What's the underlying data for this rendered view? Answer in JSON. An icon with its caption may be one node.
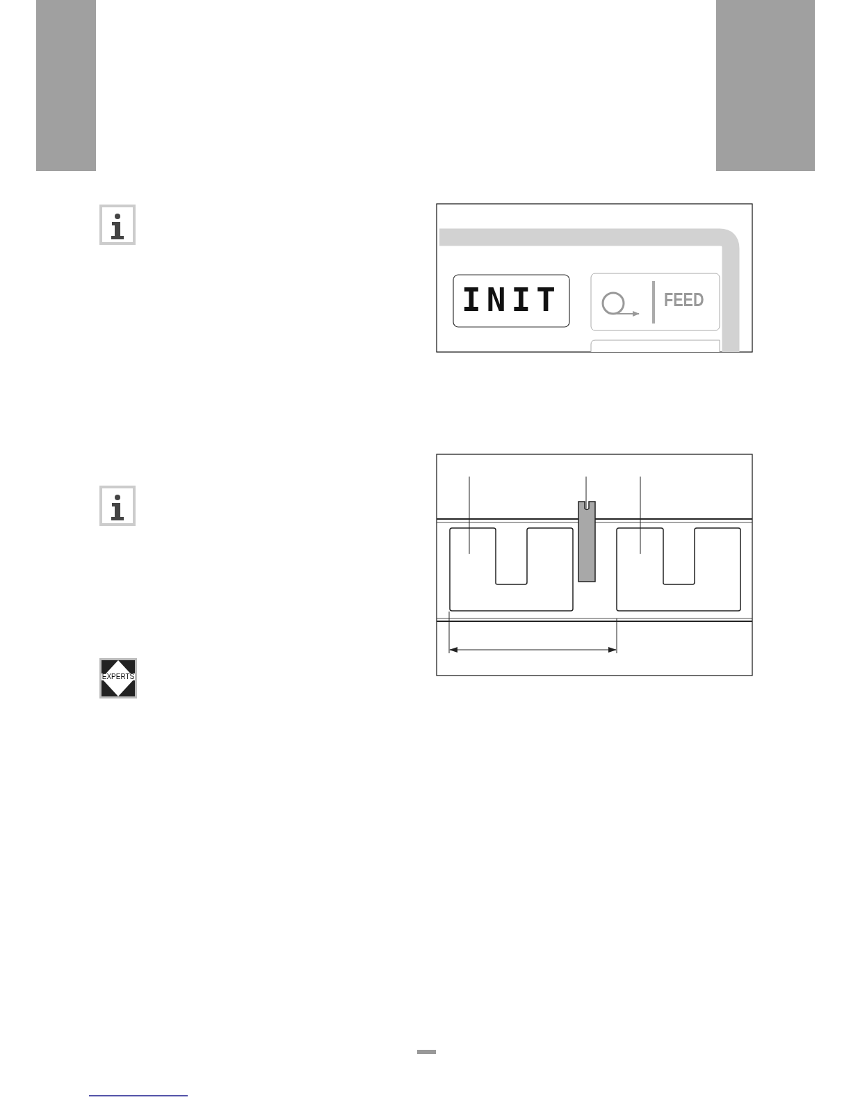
{
  "diagram": {
    "nodes": [
      {
        "text": [],
        "shape": "bar"
      },
      {
        "text": [],
        "shape": "bar"
      }
    ],
    "labels": [
      "INIT",
      "FEED",
      "EXPERTS"
    ]
  }
}
